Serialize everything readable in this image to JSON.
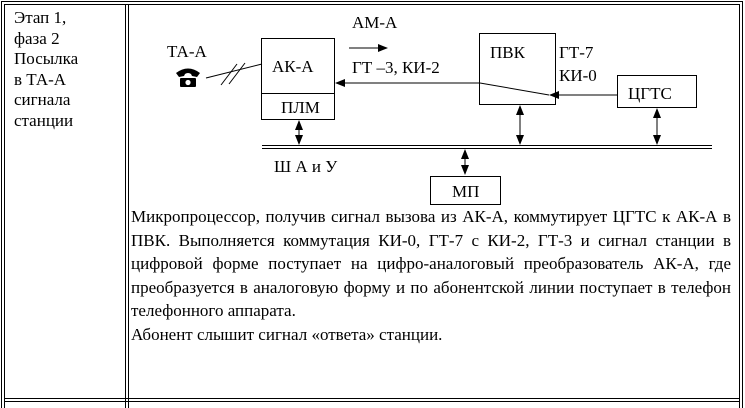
{
  "stage": {
    "text": "Этап 1,\nфаза 2\nПосылка\nв ТА-А\nсигнала\nстанции"
  },
  "diagram": {
    "phone_label": "ТА-А",
    "ak_label": "АК-А",
    "plm_label": "ПЛМ",
    "pvk_label": "ПВК",
    "cgts_label": "ЦГТС",
    "mp_label": "МП",
    "bus_label": "Ш А и У",
    "am_label": "АМ-А",
    "gt_ki_label": "ГТ –3, КИ-2",
    "gt7_label": "ГТ-7",
    "ki0_label": "КИ-0"
  },
  "description": {
    "paragraph1": "Микропроцессор, получив сигнал вызова из АК-А, коммутирует ЦГТС к АК-А в ПВК. Выполняется коммутация КИ-0, ГТ-7 с КИ-2, ГТ-3 и сигнал станции в цифровой форме поступает на цифро-аналоговый преобразователь АК-А, где преобразуется в аналоговую форму и по абонентской линии поступает в телефон телефонного аппарата.",
    "paragraph2": "Абонент слышит сигнал «ответа» станции."
  }
}
